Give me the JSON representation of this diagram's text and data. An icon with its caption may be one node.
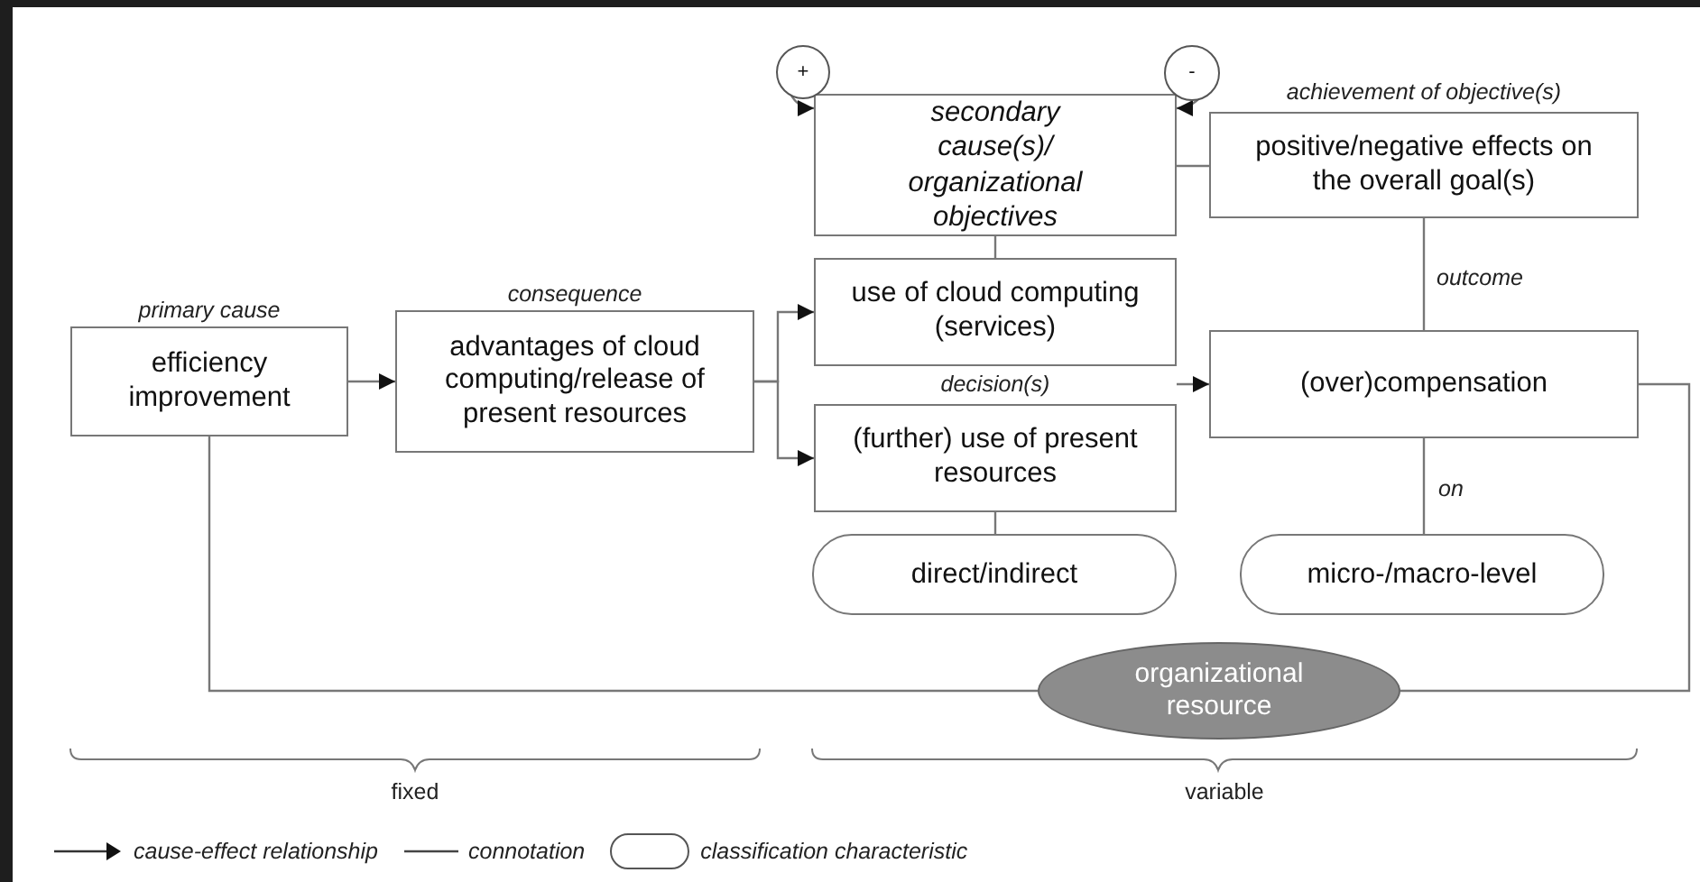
{
  "diagram": {
    "nodes": [
      {
        "text": [
          "efficiency improvement"
        ],
        "beside": [
          "primary cause"
        ]
      },
      {
        "text": [
          "advantages of cloud computing/release of present resources"
        ],
        "beside": [
          "consequence"
        ]
      },
      {
        "text": [
          "secondary cause(s)/ organizational objectives"
        ]
      },
      {
        "text": [
          "positive/negative effects on the overall goal(s)"
        ],
        "beside": [
          "achievement of objective(s)"
        ]
      },
      {
        "text": [
          "use of cloud computing (services)"
        ]
      },
      {
        "text": [
          "(further) use of present resources"
        ]
      },
      {
        "text": [
          "(over)compensation"
        ]
      },
      {
        "text": [
          "direct/indirect"
        ]
      },
      {
        "text": [
          "micro-/macro-level"
        ]
      },
      {
        "text": [
          "organizational resource"
        ]
      },
      {
        "text": [
          "+"
        ]
      },
      {
        "text": [
          "-"
        ]
      }
    ],
    "edges": [
      {
        "from": 0,
        "to": 1,
        "arrow": "to"
      },
      {
        "from": 1,
        "to": 4,
        "arrow": "to"
      },
      {
        "from": 1,
        "to": 5,
        "arrow": "to"
      },
      {
        "from": 10,
        "to": 2,
        "arrow": "to"
      },
      {
        "from": 11,
        "to": 2,
        "arrow": "to"
      },
      {
        "from": 2,
        "to": 4,
        "arrow": "none"
      },
      {
        "from": 2,
        "to": 3,
        "arrow": "none"
      },
      {
        "from": 3,
        "to": 6,
        "arrow": "none",
        "label": "outcome"
      },
      {
        "from": 4,
        "to": 6,
        "arrow": "to"
      },
      {
        "from": 5,
        "to": 6,
        "arrow": "to"
      },
      {
        "from": 5,
        "to": 7,
        "arrow": "none"
      },
      {
        "from": 6,
        "to": 8,
        "arrow": "none",
        "label": "on"
      },
      {
        "from": 0,
        "to": 9,
        "arrow": "none"
      },
      {
        "from": 6,
        "to": 9,
        "arrow": "none"
      }
    ],
    "labels": [
      "decision(s)",
      "fixed",
      "variable"
    ],
    "legend": [
      {
        "text": "cause-effect relationship"
      },
      {
        "text": "connotation"
      },
      {
        "text": "classification characteristic"
      }
    ]
  }
}
